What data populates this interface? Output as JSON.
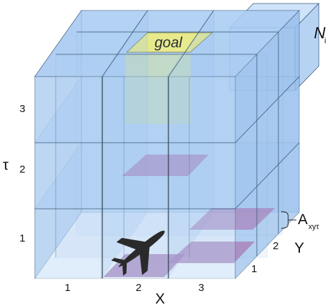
{
  "diagram": {
    "goal_label": "goal",
    "neighbor_label": "N",
    "neighbor_sub": "i",
    "cell_label": "A",
    "cell_sub": "xyτ",
    "axes": {
      "x_label": "X",
      "y_label": "Y",
      "tau_label": "τ",
      "x_ticks": [
        "1",
        "2",
        "3"
      ],
      "y_ticks": [
        "1",
        "2"
      ],
      "tau_ticks": [
        "1",
        "2",
        "3"
      ]
    },
    "icons": [
      "airplane-icon"
    ],
    "colors": {
      "cube_fill": "#a9ccf2",
      "cube_edge": "#3a5a7a",
      "goal_fill": "#f3f07a",
      "goal_column": "#d8e7a2",
      "slab_fill": "#a77bb5",
      "airplane": "#2a2a2a"
    }
  }
}
